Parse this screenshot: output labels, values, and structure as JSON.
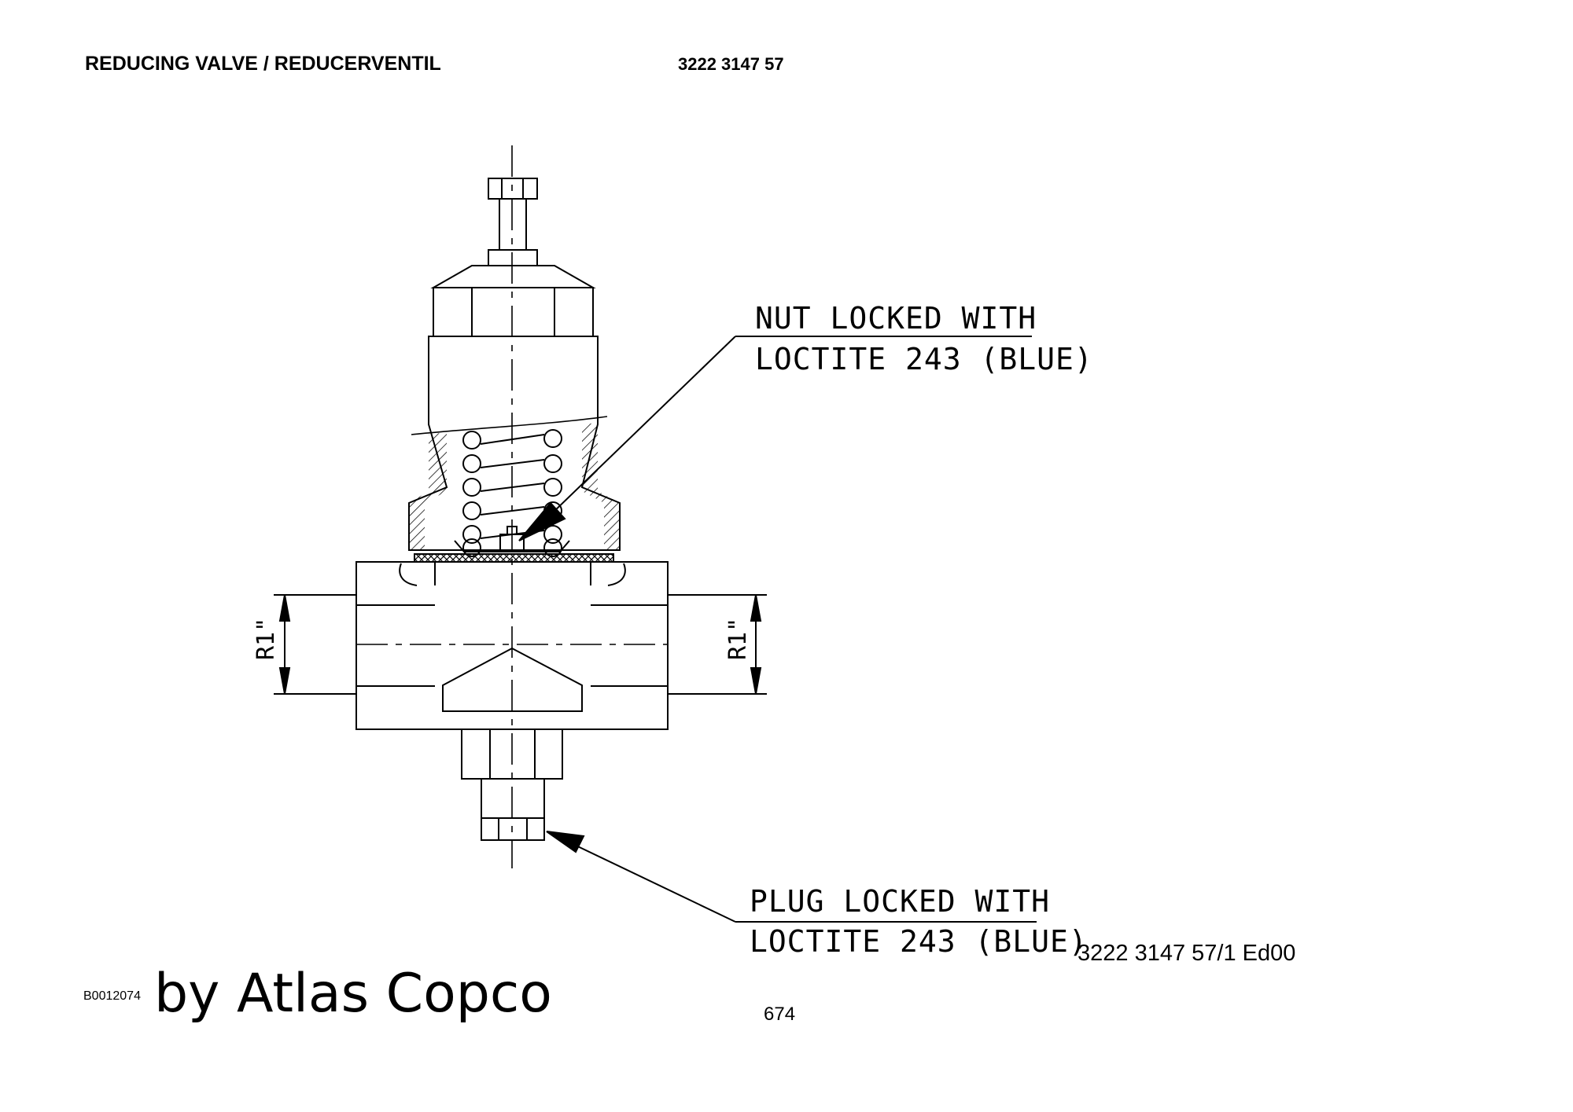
{
  "header": {
    "title": "REDUCING VALVE / REDUCERVENTIL",
    "part_number": "3222 3147 57"
  },
  "diagram": {
    "callout_nut_line1": "NUT LOCKED WITH",
    "callout_nut_line2": "LOCTITE 243 (BLUE)",
    "callout_plug_line1": "PLUG LOCKED WITH",
    "callout_plug_line2": "LOCTITE 243 (BLUE)",
    "port_left": "R1\"",
    "port_right": "R1\""
  },
  "footer": {
    "doc_ref": "3222 3147 57/1  Ed00",
    "drawing_number": "B0012074",
    "brand": "by Atlas Copco",
    "page_number": "674"
  }
}
